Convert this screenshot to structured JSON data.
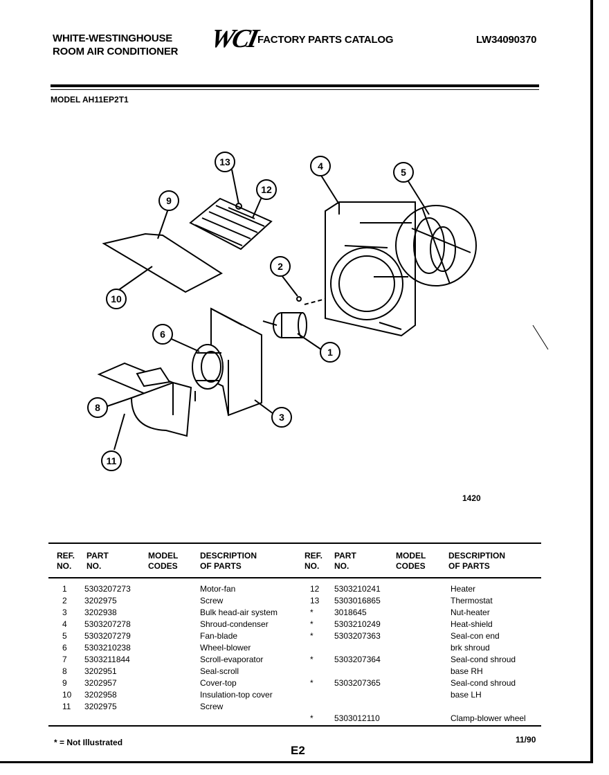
{
  "header": {
    "brand_line1": "WHITE-WESTINGHOUSE",
    "brand_line2": "ROOM AIR CONDITIONER",
    "logo": "WCI",
    "catalog_title": "FACTORY PARTS CATALOG",
    "doc_number": "LW34090370",
    "model": "MODEL AH11EP2T1"
  },
  "diagram": {
    "figure_number": "1420",
    "callouts": [
      "1",
      "2",
      "3",
      "4",
      "5",
      "6",
      "8",
      "9",
      "10",
      "11",
      "12",
      "13"
    ]
  },
  "table": {
    "headers": {
      "ref": [
        "REF.",
        "NO."
      ],
      "part": [
        "PART",
        "NO."
      ],
      "model": [
        "MODEL",
        "CODES"
      ],
      "desc": [
        "DESCRIPTION",
        "OF PARTS"
      ]
    },
    "left_rows": [
      {
        "ref": "1",
        "part": "5303207273",
        "desc": "Motor-fan"
      },
      {
        "ref": "2",
        "part": "3202975",
        "desc": "Screw"
      },
      {
        "ref": "3",
        "part": "3202938",
        "desc": "Bulk head-air system"
      },
      {
        "ref": "4",
        "part": "5303207278",
        "desc": "Shroud-condenser"
      },
      {
        "ref": "5",
        "part": "5303207279",
        "desc": "Fan-blade"
      },
      {
        "ref": "6",
        "part": "5303210238",
        "desc": "Wheel-blower"
      },
      {
        "ref": "7",
        "part": "5303211844",
        "desc": "Scroll-evaporator"
      },
      {
        "ref": "8",
        "part": "3202951",
        "desc": "Seal-scroll"
      },
      {
        "ref": "9",
        "part": "3202957",
        "desc": "Cover-top"
      },
      {
        "ref": "10",
        "part": "3202958",
        "desc": "Insulation-top cover"
      },
      {
        "ref": "11",
        "part": "3202975",
        "desc": "Screw"
      }
    ],
    "right_rows": [
      {
        "ref": "12",
        "part": "5303210241",
        "desc": "Heater"
      },
      {
        "ref": "13",
        "part": "5303016865",
        "desc": "Thermostat"
      },
      {
        "ref": "*",
        "part": "3018645",
        "desc": "Nut-heater"
      },
      {
        "ref": "*",
        "part": "5303210249",
        "desc": "Heat-shield"
      },
      {
        "ref": "*",
        "part": "5303207363",
        "desc": "Seal-con end"
      },
      {
        "ref": "",
        "part": "",
        "desc": "brk shroud"
      },
      {
        "ref": "*",
        "part": "5303207364",
        "desc": "Seal-cond shroud"
      },
      {
        "ref": "",
        "part": "",
        "desc": "base RH"
      },
      {
        "ref": "*",
        "part": "5303207365",
        "desc": "Seal-cond shroud"
      },
      {
        "ref": "",
        "part": "",
        "desc": "base LH"
      },
      {
        "ref": "",
        "part": "",
        "desc": ""
      },
      {
        "ref": "*",
        "part": "5303012110",
        "desc": "Clamp-blower wheel"
      }
    ]
  },
  "footer": {
    "note": "* = Not Illustrated",
    "page": "E2",
    "date": "11/90"
  }
}
